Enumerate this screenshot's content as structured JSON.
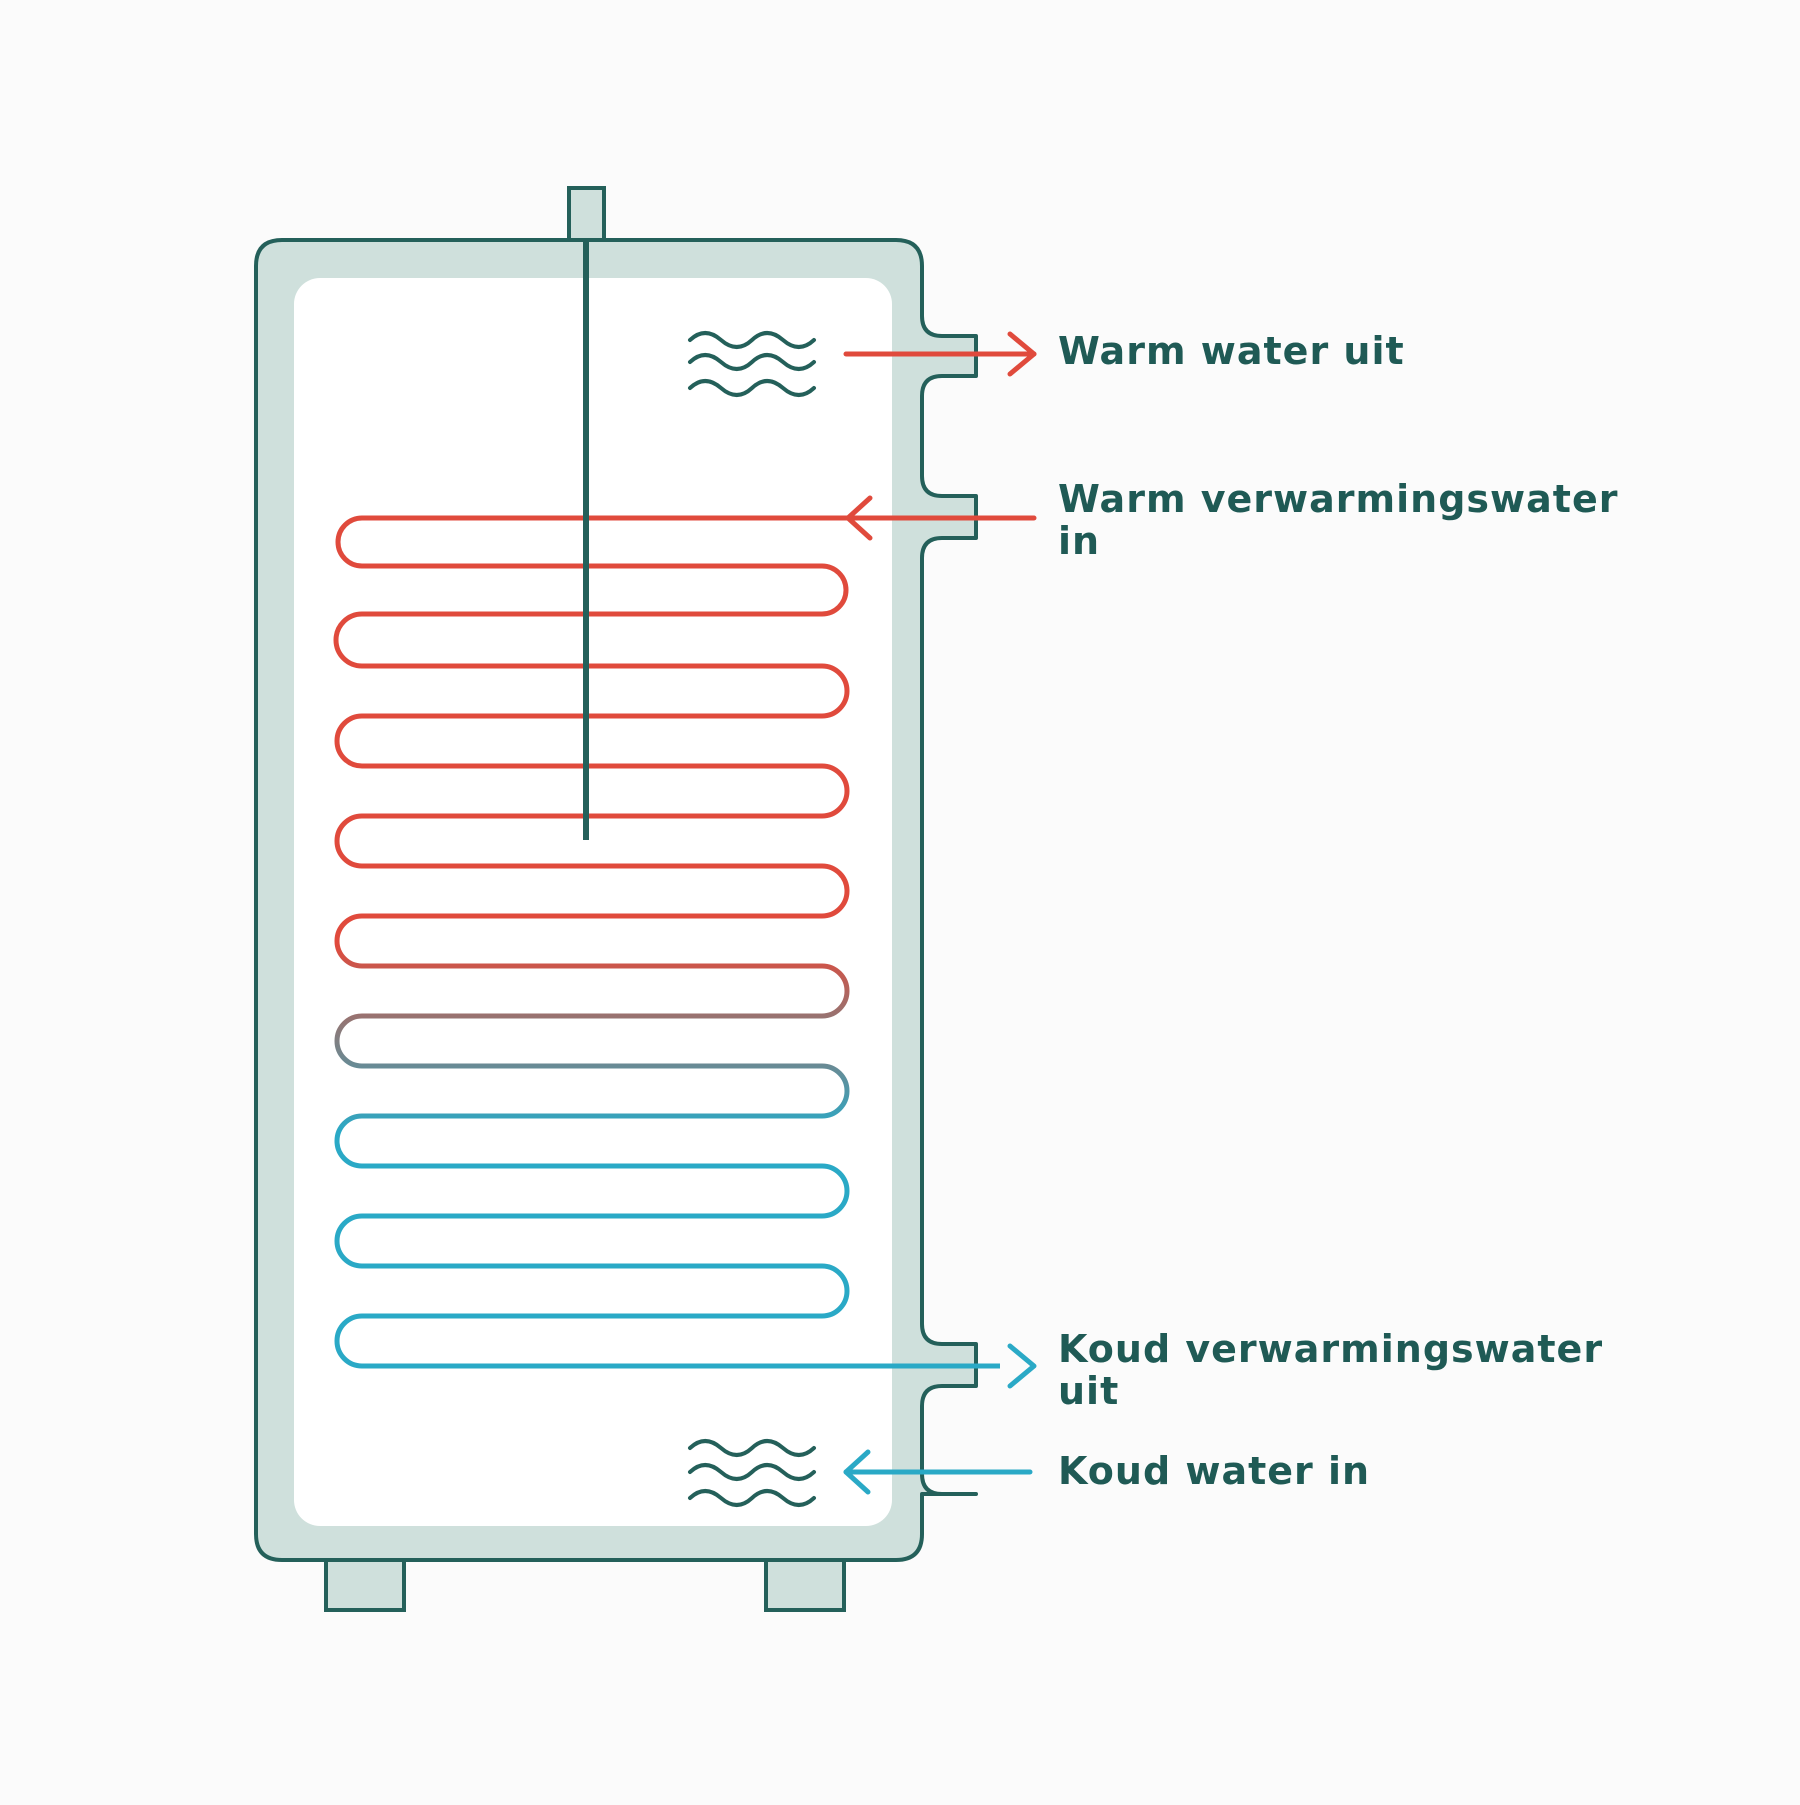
{
  "labels": {
    "hot_water_out": "Warm water uit",
    "heating_water_in_line1": "Warm verwarmingswater",
    "heating_water_in_line2": "in",
    "cold_heating_water_out_line1": "Koud verwarmingswater",
    "cold_heating_water_out_line2": "uit",
    "cold_water_in": "Koud water in"
  },
  "colors": {
    "outline": "#24605a",
    "insulation": "#cfe0dc",
    "interior": "#ffffff",
    "background": "#fbfbfb",
    "hot": "#e04a3c",
    "cold": "#2aa9c6",
    "transition": "#8a7a7a",
    "label_text": "#1f5a55"
  },
  "icons": {
    "top_waves": "wave-icon",
    "bottom_waves": "wave-icon"
  }
}
